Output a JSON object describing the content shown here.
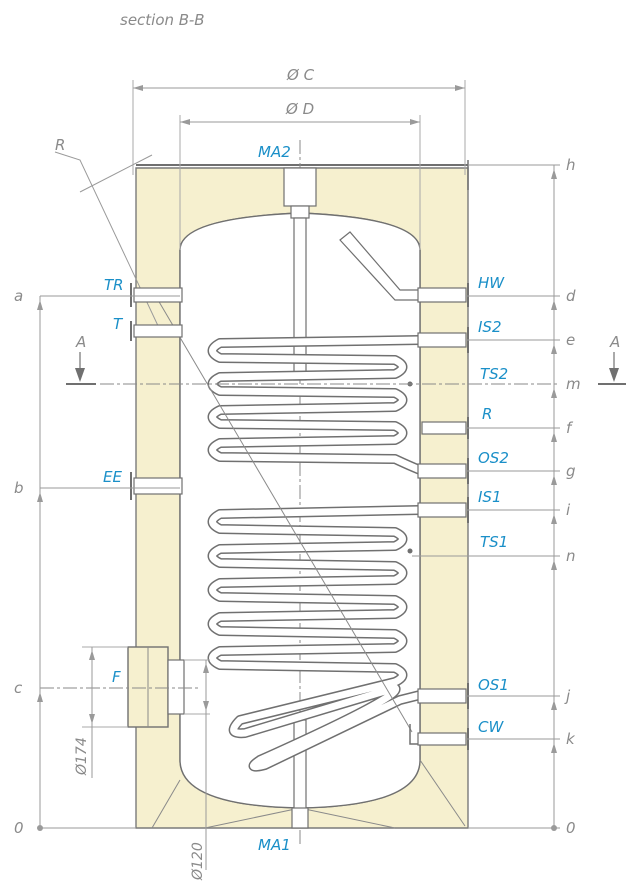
{
  "title": "section B-B",
  "colors": {
    "insulation": "#f6f0cf",
    "label_blue": "#1a8fc8",
    "label_grey": "#8a8a8a",
    "line": "#707070"
  },
  "dimensions": {
    "outer_diameter": "Ø C",
    "inner_diameter": "Ø D",
    "radius": "R",
    "flange_diameter": "Ø174",
    "opening_diameter": "Ø120"
  },
  "connections": {
    "ma2": "MA2",
    "ma1": "MA1",
    "tr": "TR",
    "t": "T",
    "ee": "EE",
    "f": "F",
    "hw": "HW",
    "is2": "IS2",
    "ts2": "TS2",
    "r": "R",
    "os2": "OS2",
    "is1": "IS1",
    "ts1": "TS1",
    "os1": "OS1",
    "cw": "CW"
  },
  "levels_left": {
    "a": "a",
    "b": "b",
    "c": "c",
    "zero": "0"
  },
  "levels_right": {
    "h": "h",
    "d": "d",
    "e": "e",
    "m": "m",
    "f": "f",
    "g": "g",
    "i": "i",
    "n": "n",
    "j": "j",
    "k": "k",
    "zero": "0"
  },
  "section_marks": {
    "left": "A",
    "right": "A"
  }
}
